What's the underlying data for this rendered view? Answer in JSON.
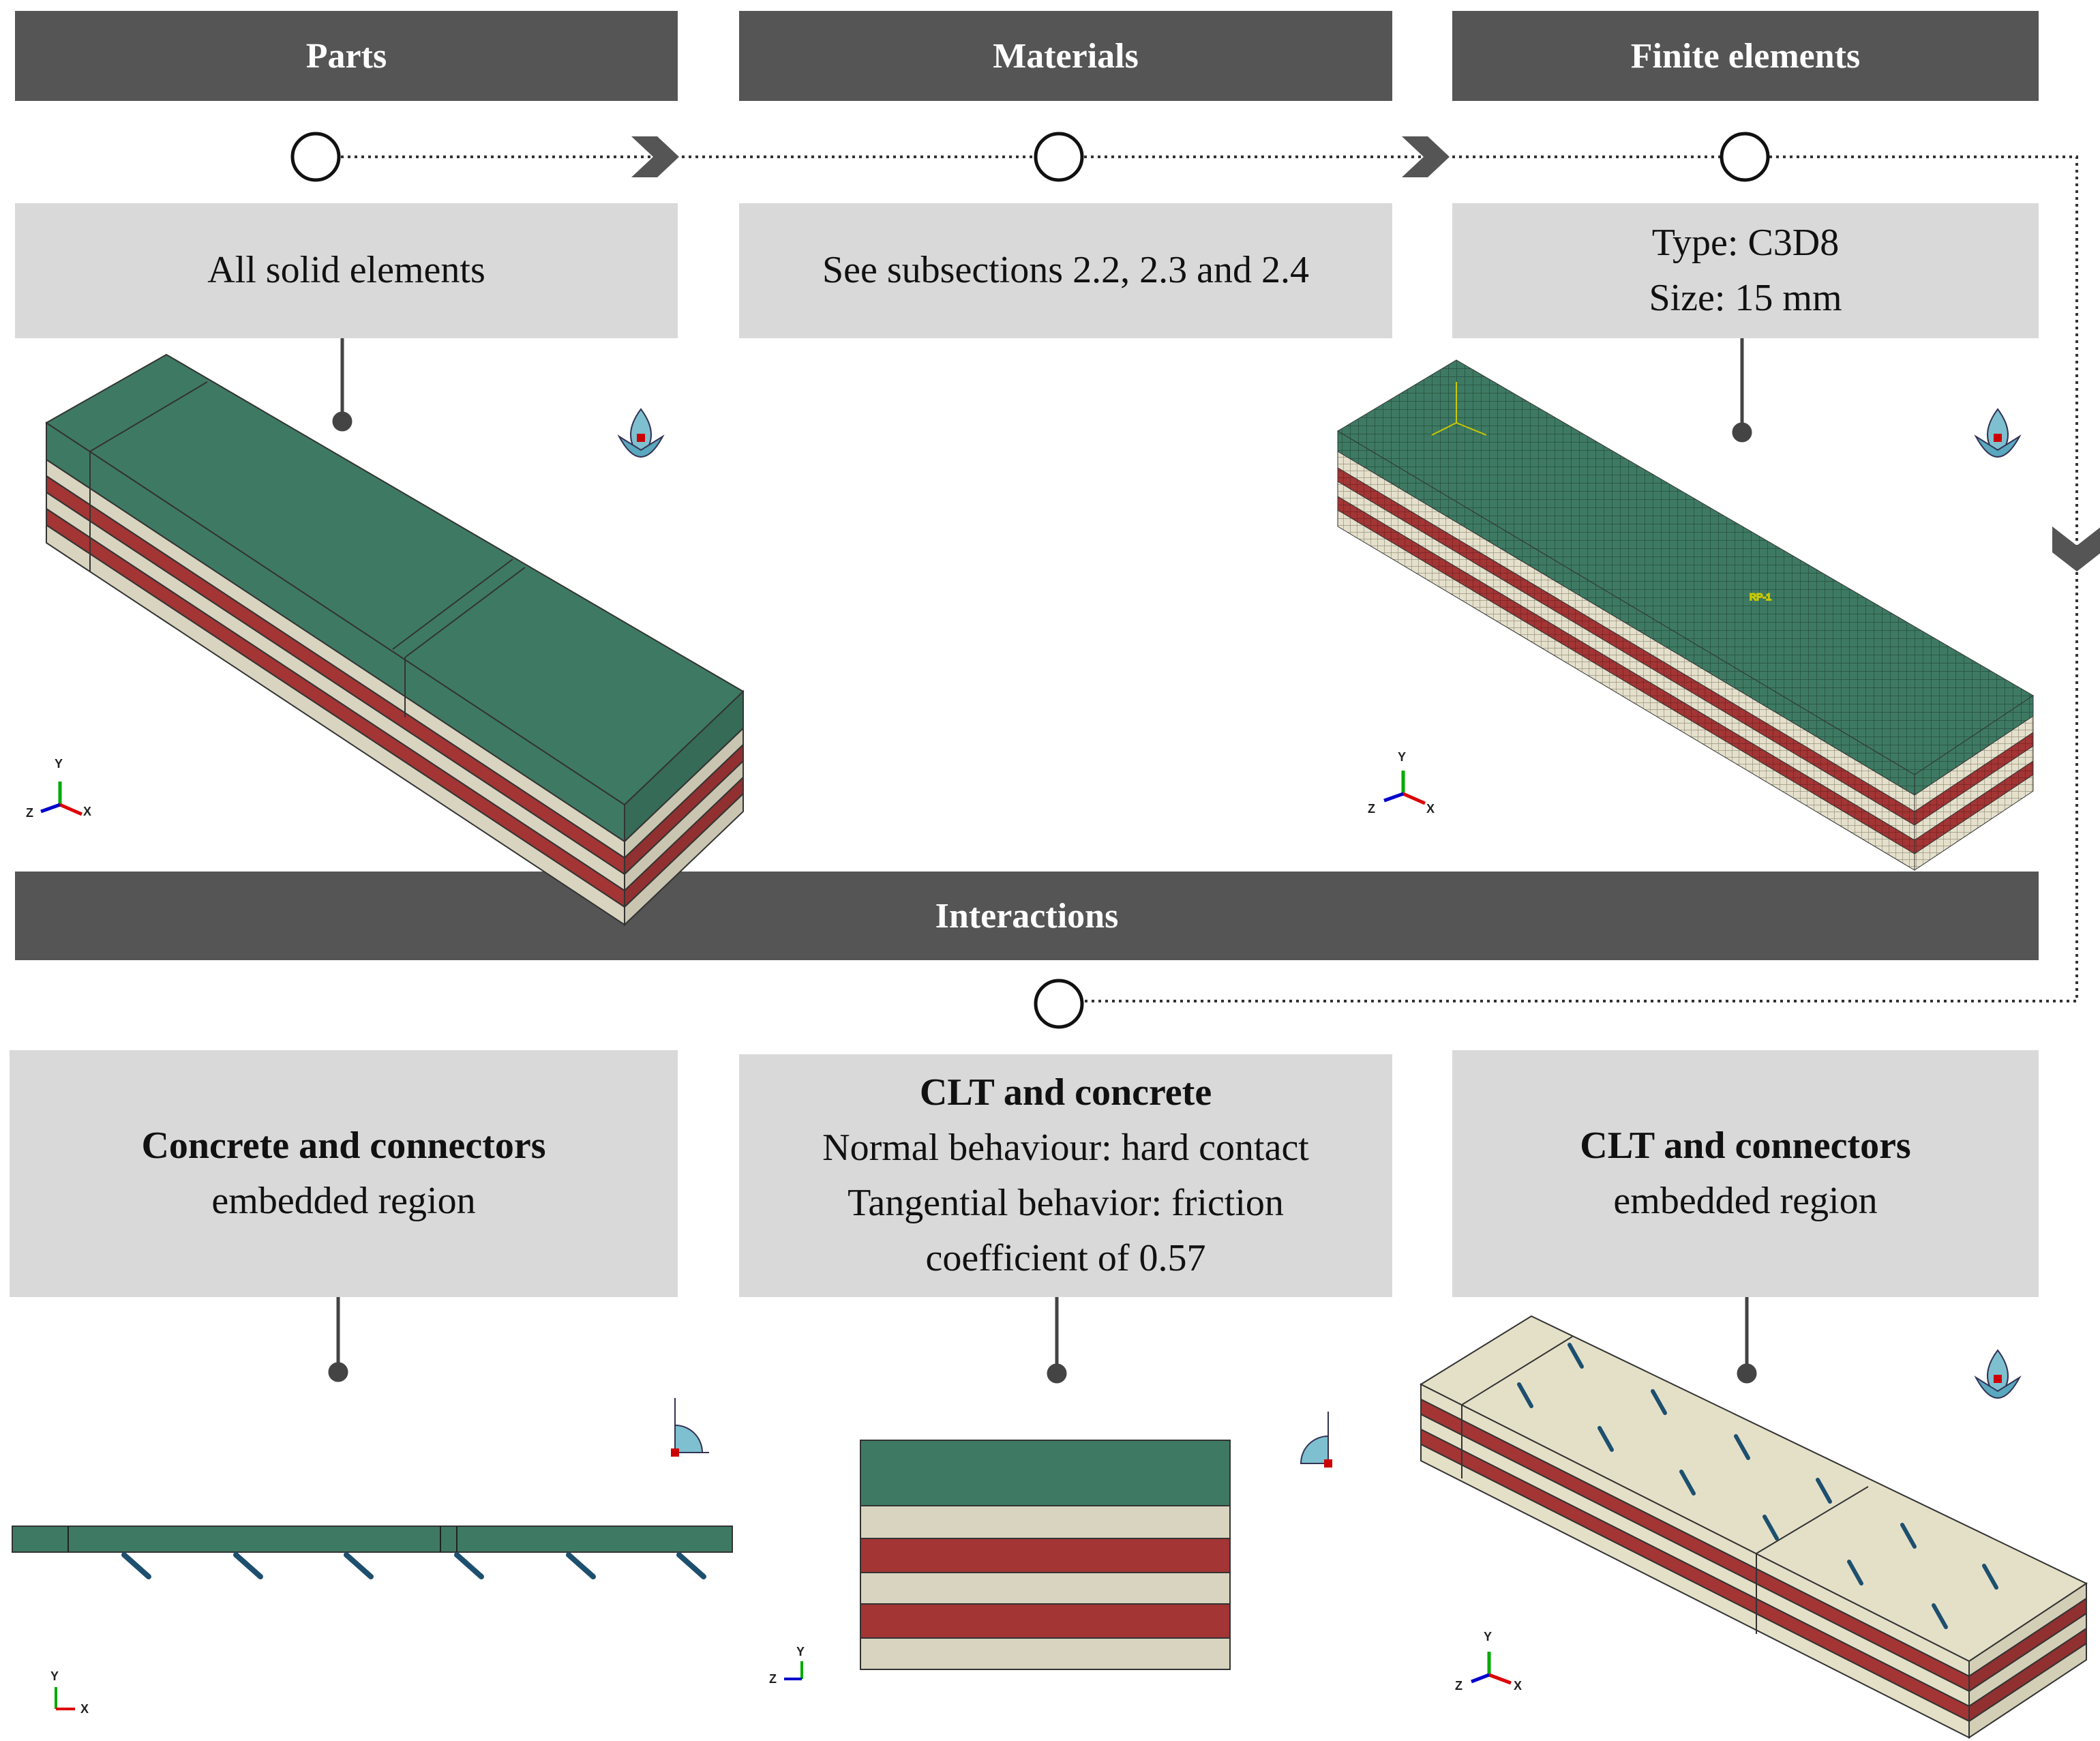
{
  "headers": {
    "parts": "Parts",
    "materials": "Materials",
    "finite_elements": "Finite elements",
    "interactions": "Interactions"
  },
  "boxes": {
    "parts_desc": "All solid elements",
    "materials_desc": "See subsections 2.2, 2.3 and 2.4",
    "fe_type": "Type: C3D8",
    "fe_size": "Size: 15 mm",
    "concrete_connectors_title": "Concrete and connectors",
    "concrete_connectors_sub": "embedded region",
    "clt_concrete_title": "CLT and concrete",
    "clt_concrete_line1": "Normal behaviour: hard contact",
    "clt_concrete_line2": "Tangential behavior: friction",
    "clt_concrete_line3": "coefficient of 0.57",
    "clt_connectors_title": "CLT and connectors",
    "clt_connectors_sub": "embedded region"
  },
  "axes": {
    "x": "X",
    "y": "Y",
    "z": "Z"
  },
  "mesh_label": "RP-1",
  "colors": {
    "header_bg": "#555555",
    "box_bg": "#d9d9d9",
    "concrete": "#3e7a63",
    "concrete_side": "#2e5f4c",
    "clt_light": "#d8d4bf",
    "clt_red": "#a33535",
    "connector": "#1d4f6e"
  }
}
